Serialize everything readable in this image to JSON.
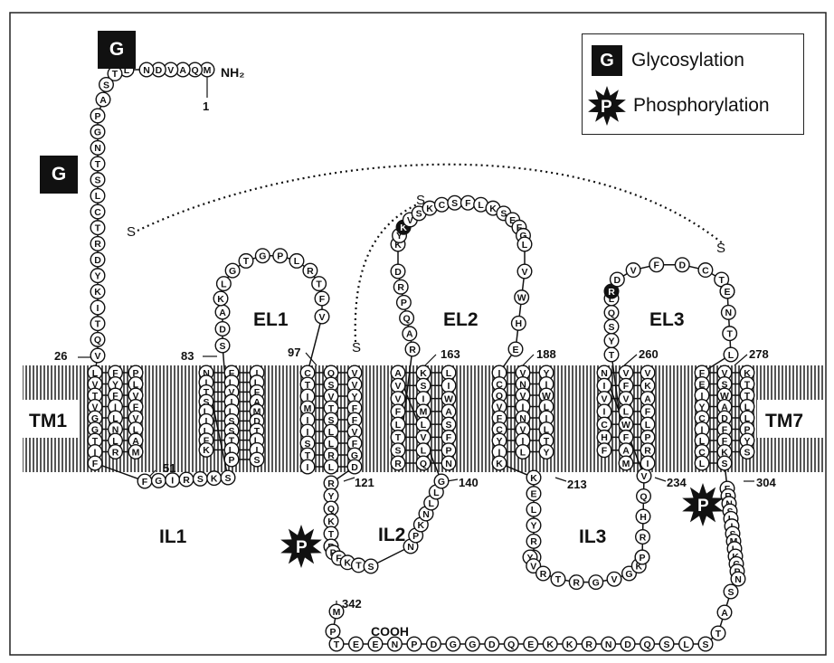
{
  "legend": {
    "glyco_symbol": "G",
    "glyco_label": "Glycosylation",
    "phospho_symbol": "P",
    "phospho_label": "Phosphorylation"
  },
  "glyco_marks": [
    "G",
    "G"
  ],
  "segments": {
    "TM1": "TM1",
    "TM7": "TM7",
    "EL1": "EL1",
    "EL2": "EL2",
    "EL3": "EL3",
    "IL1": "IL1",
    "IL2": "IL2",
    "IL3": "IL3"
  },
  "termini": {
    "n_label": "NH₂",
    "c_label": "COOH"
  },
  "positions": [
    "1",
    "26",
    "51",
    "83",
    "97",
    "121",
    "140",
    "163",
    "188",
    "213",
    "234",
    "260",
    "278",
    "304",
    "342"
  ],
  "disulfide_s": [
    "S",
    "S",
    "S",
    "S"
  ],
  "sequences": {
    "nterm": [
      "M",
      "Q",
      "A",
      "V",
      "D",
      "N",
      "L",
      "T",
      "S",
      "A",
      "P",
      "G",
      "N",
      "T",
      "S",
      "L",
      "C",
      "T",
      "R",
      "D",
      "Y",
      "K",
      "I",
      "T",
      "Q",
      "V"
    ],
    "tm1": [
      "L",
      "F",
      "P",
      "L",
      "Y",
      "V",
      "T",
      "F",
      "V",
      "F",
      "I",
      "V",
      "G",
      "L",
      "V",
      "L",
      "N",
      "G",
      "T",
      "L",
      "A",
      "M",
      "R",
      "I",
      "F"
    ],
    "il1": [
      "F",
      "G",
      "I",
      "R",
      "S",
      "K",
      "S"
    ],
    "tm2": [
      "N",
      "F",
      "I",
      "L",
      "L",
      "I",
      "T",
      "V",
      "F",
      "A",
      "I",
      "S",
      "L",
      "L",
      "M",
      "D",
      "S",
      "I",
      "L",
      "S",
      "T",
      "L",
      "T",
      "F",
      "K",
      "L",
      "I",
      "S",
      "P"
    ],
    "el1": [
      "S",
      "D",
      "A",
      "K",
      "L",
      "G",
      "T",
      "G",
      "P",
      "L",
      "R",
      "T",
      "F",
      "V"
    ],
    "tm3": [
      "C",
      "Q",
      "V",
      "V",
      "S",
      "T",
      "I",
      "V",
      "Y",
      "F",
      "T",
      "M",
      "I",
      "S",
      "F",
      "V",
      "L",
      "I",
      "S",
      "L",
      "F",
      "G",
      "R",
      "T",
      "I",
      "L",
      "D"
    ],
    "il2": [
      "R",
      "Y",
      "Q",
      "K",
      "T",
      "T",
      "R",
      "P",
      "F",
      "K",
      "T",
      "S",
      "N",
      "P",
      "K",
      "N",
      "L",
      "L",
      "G"
    ],
    "tm4": [
      "A",
      "K",
      "L",
      "I",
      "S",
      "V",
      "V",
      "I",
      "W",
      "A",
      "M",
      "F",
      "L",
      "L",
      "S",
      "F",
      "V",
      "T",
      "S",
      "L",
      "P",
      "N",
      "Q",
      "R"
    ],
    "el2": [
      "R",
      "A",
      "Q",
      "P",
      "R",
      "D",
      "K",
      "Y",
      "K",
      "V",
      "S",
      "K",
      "C",
      "S",
      "F",
      "L",
      "K",
      "S",
      "E",
      "F",
      "G",
      "L",
      "V",
      "W",
      "H",
      "E"
    ],
    "tm5": [
      "I",
      "V",
      "Y",
      "I",
      "N",
      "C",
      "Q",
      "V",
      "W",
      "L",
      "I",
      "V",
      "F",
      "N",
      "I",
      "L",
      "V",
      "C",
      "Y",
      "I",
      "T",
      "Y",
      "L",
      "I",
      "K"
    ],
    "il3": [
      "K",
      "E",
      "L",
      "Y",
      "R",
      "S",
      "Y",
      "V",
      "R",
      "T",
      "R",
      "G",
      "V",
      "G",
      "K",
      "V",
      "P",
      "R",
      "H",
      "Q",
      "V"
    ],
    "tm6": [
      "N",
      "V",
      "V",
      "K",
      "F",
      "I",
      "V",
      "V",
      "A",
      "F",
      "L",
      "I",
      "C",
      "W",
      "L",
      "P",
      "F",
      "H",
      "F",
      "A",
      "R",
      "I",
      "M"
    ],
    "el3": [
      "T",
      "Y",
      "S",
      "Q",
      "L",
      "R",
      "D",
      "V",
      "F",
      "D",
      "C",
      "T",
      "A",
      "E",
      "N",
      "T",
      "L"
    ],
    "tm7": [
      "F",
      "V",
      "K",
      "T",
      "S",
      "E",
      "I",
      "W",
      "T",
      "L",
      "A",
      "Y",
      "C",
      "D",
      "L",
      "P",
      "F",
      "I",
      "L",
      "F",
      "Y",
      "S",
      "K",
      "C",
      "L",
      "S"
    ],
    "cterm": [
      "F",
      "R",
      "N",
      "S",
      "L",
      "I",
      "S",
      "M",
      "L",
      "K",
      "C",
      "P",
      "N",
      "S",
      "A",
      "T",
      "S",
      "L",
      "S",
      "Q",
      "D",
      "N",
      "R",
      "K",
      "K",
      "E",
      "Q",
      "D",
      "G",
      "G",
      "D",
      "P",
      "N",
      "E",
      "E",
      "T",
      "P",
      "M"
    ]
  }
}
